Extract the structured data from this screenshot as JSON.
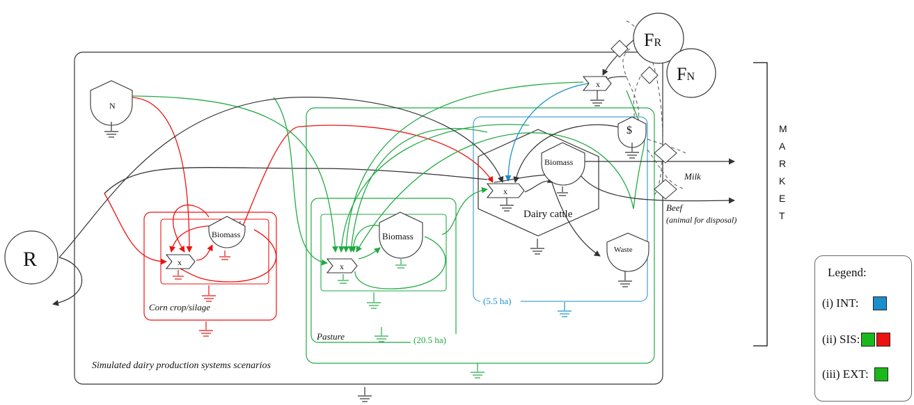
{
  "sources": {
    "renewable": "R",
    "fr_main": "F",
    "fr_sub": "R",
    "fn_main": "F",
    "fn_sub": "N",
    "n_storage": "N",
    "money": "$"
  },
  "market": [
    "M",
    "A",
    "R",
    "K",
    "E",
    "T"
  ],
  "outputs": {
    "milk": "Milk",
    "beef": "Beef",
    "beef_note": "(animal for disposal)"
  },
  "subsystems": {
    "corn": {
      "label": "Corn crop/silage",
      "biomass": "Biomass"
    },
    "pasture": {
      "label": "Pasture",
      "area": "(20.5 ha)",
      "biomass": "Biomass"
    },
    "dairy": {
      "label": "Dairy cattle",
      "area": "(5.5 ha)",
      "biomass": "Biomass",
      "waste": "Waste"
    },
    "system": {
      "label": "Simulated dairy production systems scenarios"
    }
  },
  "multiplier": "x",
  "legend": {
    "title": "Legend:",
    "items": [
      {
        "label": "(i) INT:",
        "colors": [
          "#1a8fc9"
        ]
      },
      {
        "label": "(ii) SIS:",
        "colors": [
          "#1bb81b",
          "#ee1111"
        ]
      },
      {
        "label": "(iii) EXT:",
        "colors": [
          "#1bb81b"
        ]
      }
    ]
  },
  "colors": {
    "red": "#ee1111",
    "green": "#22aa44",
    "blue": "#1a8fc9",
    "dark": "#333333"
  }
}
